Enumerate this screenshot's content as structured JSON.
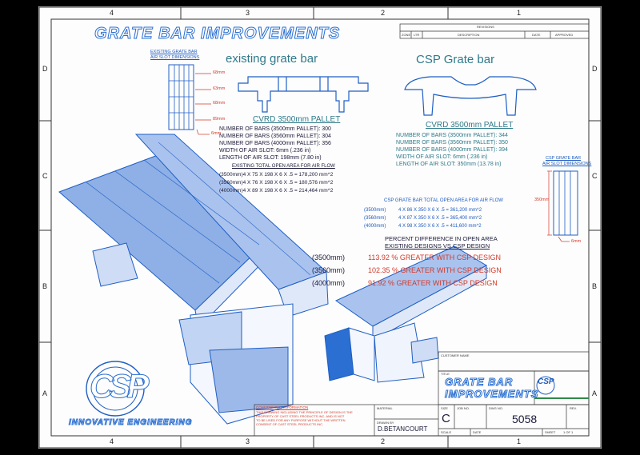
{
  "frame": {
    "zones_top": [
      "4",
      "3",
      "2",
      "1"
    ],
    "zones_bottom": [
      "4",
      "3",
      "2",
      "1"
    ],
    "zones_left": [
      "D",
      "C",
      "B",
      "A"
    ],
    "zones_right": [
      "D",
      "C",
      "B",
      "A"
    ]
  },
  "header": {
    "title": "GRATE BAR IMPROVEMENTS"
  },
  "revisions": {
    "title": "REVISIONS",
    "columns": [
      "ZONE",
      "LTR",
      "DESCRIPTION",
      "DATE",
      "APPROVED"
    ]
  },
  "existing": {
    "label": "existing grate bar",
    "slot_title_1": "EXISTING GRATE BAR",
    "slot_title_2": "AIR SLOT DIMENSIONS",
    "dims": [
      "68mm",
      "63mm",
      "68mm",
      "89mm",
      "6mm"
    ],
    "pallet_title": "CVRD 3500mm PALLET",
    "specs": [
      "NUMBER OF BARS (3500mm PALLET): 300",
      "NUMBER OF BARS (3560mm PALLET): 304",
      "NUMBER OF BARS (4000mm PALLET): 356",
      "WIDTH OF AIR SLOT: 6mm (.236 in)",
      "LENGTH OF AIR SLOT: 198mm (7.80 in)"
    ],
    "area_title": "EXISTING TOTAL OPEN AREA FOR AIR FLOW",
    "areas": [
      "(3500mm)4 X 75 X 198 X 6 X .5 = 178,200  mm^2",
      "(3560mm)4 X 76 X 198 X 6 X .5 = 180,576  mm^2",
      "(4000mm)4 X 89 X 198 X 6 X .5 = 214,464  mm^2"
    ]
  },
  "csp": {
    "label": "CSP Grate bar",
    "pallet_title": "CVRD 3500mm PALLET",
    "specs": [
      "NUMBER OF BARS (3500mm PALLET): 344",
      "NUMBER OF BARS (3560mm PALLET): 350",
      "NUMBER OF BARS (4000mm PALLET): 394",
      "WIDTH OF AIR SLOT: 6mm (.236 in)",
      "LENGTH OF AIR SLOT: 350mm (13.78 in)"
    ],
    "slot_title_1": "CSP GRATE BAR",
    "slot_title_2": "AIR SLOT DIMENSIONS",
    "dims": [
      "350mm",
      "6mm"
    ],
    "area_title": "CSP GRATE BAR TOTAL OPEN AREA FOR AIR FLOW",
    "areas": [
      {
        "size": "(3500mm)",
        "calc": "4 X 86 X 350 X 6 X .5 = 361,200  mm^2"
      },
      {
        "size": "(3560mm)",
        "calc": "4 X 87 X 350 X 6 X .5 = 365,400  mm^2"
      },
      {
        "size": "(4000mm)",
        "calc": "4 X 98 X 350 X 6 X .5 = 411,600  mm^2"
      }
    ]
  },
  "comparison": {
    "title_1": "PERCENT DIFFERENCE IN OPEN AREA",
    "title_2": "EXISTING DESIGNS VS CSP DESIGN",
    "rows": [
      {
        "size": "(3500mm)",
        "result": "113.92 % GREATER WITH CSP DESIGN"
      },
      {
        "size": "(3560mm)",
        "result": "102.35 % GREATER WITH CSP DESIGN"
      },
      {
        "size": "(4000mm)",
        "result": "91.92 % GREATER WITH CSP DESIGN"
      }
    ]
  },
  "logo": {
    "letters": "CSP",
    "tagline": "INNOVATIVE ENGINEERING"
  },
  "title_block": {
    "customer_label": "CUSTOMER NAME",
    "title_label": "TITLE",
    "title_line_1": "GRATE BAR",
    "title_line_2": "IMPROVEMENTS",
    "confidential_title": "CONFIDENTIAL INFORMATION",
    "confidential_lines": [
      "THIS DRAWING INCLUDING THE PRINCIPLE OF DESIGN IS THE",
      "PROPERTY OF CAST STEEL PRODUCTS INC. AND IS NOT",
      "TO BE USED FOR ANY PURPOSE WITHOUT THE WRITTEN",
      "CONSENT OF CAST STEEL PRODUCTS INC."
    ],
    "material_label": "MATERIAL",
    "drawn_label": "DRAWN BY",
    "drawn_by": "D.BETANCOURT",
    "size_label": "SIZE",
    "size": "C",
    "job_label": "JOB NO.",
    "dwg_label": "DWG NO.",
    "dwg_no": "5058",
    "rev_label": "REV.",
    "scale_label": "SCALE",
    "date_label": "DATE",
    "sheet_label": "SHEET",
    "sheet": "1  OF  1"
  }
}
